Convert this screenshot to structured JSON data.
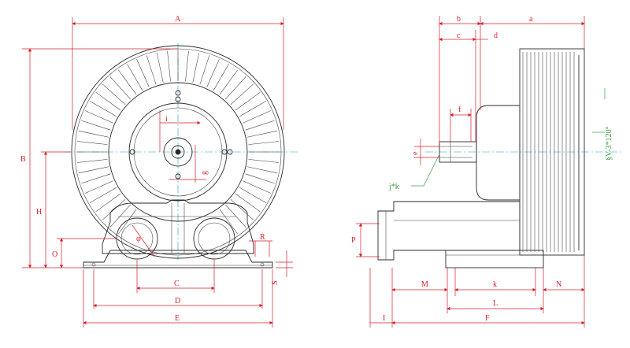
{
  "colors": {
    "dimension": "#d61f2a",
    "outline": "#2a2a2a",
    "centerline": "#19a3b8",
    "callout": "#3a9a3a"
  },
  "front_view": {
    "labels": {
      "A": "A",
      "B": "B",
      "H": "H",
      "O": "O",
      "i": "i",
      "g": "g",
      "phi": "φ",
      "R": "R",
      "C": "C",
      "D": "D",
      "E": "E",
      "S": "S"
    }
  },
  "side_view": {
    "labels": {
      "a": "a",
      "b": "b",
      "c": "c",
      "d": "d",
      "f": "f",
      "e": "e",
      "P": "P",
      "M": "M",
      "k": "k",
      "N": "N",
      "L": "L",
      "I": "I",
      "F": "F"
    },
    "callouts": {
      "key": "j*k",
      "holes": "§V-3*120°"
    }
  }
}
